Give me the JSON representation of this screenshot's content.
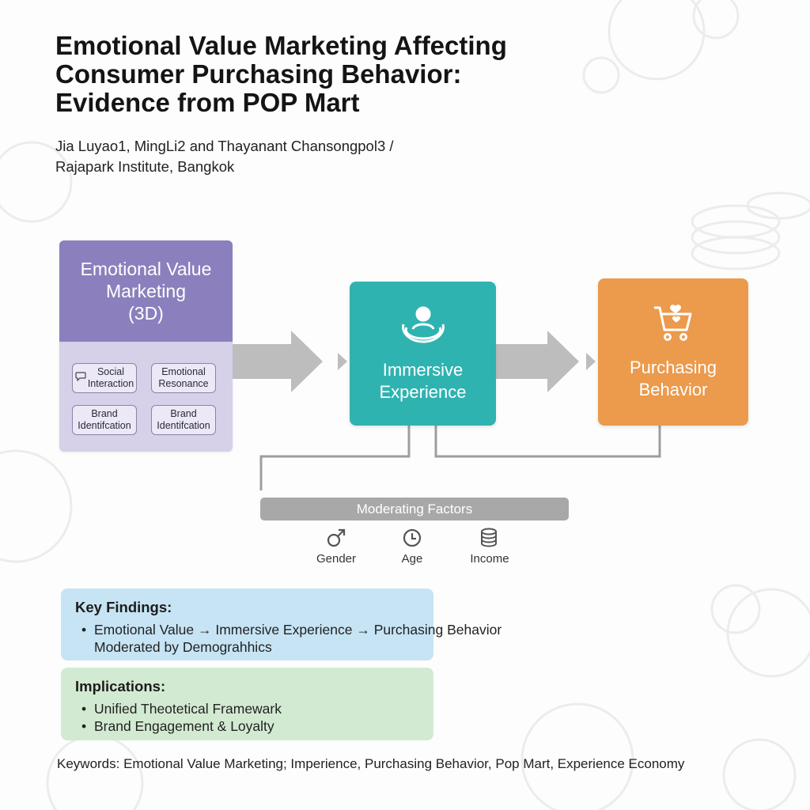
{
  "title_lines": [
    "Emotional Value Marketing Affecting",
    "Consumer Purchasing Behavior:",
    "Evidence from POP Mart"
  ],
  "authors_lines": [
    "Jia Luyao1, MingLi2 and Thayanant Chansongpol3 /",
    "Rajapark Institute, Bangkok"
  ],
  "diagram": {
    "emotional_value": {
      "title_lines": [
        "Emotional Value",
        "Marketing",
        "(3D)"
      ],
      "chips": [
        {
          "lines": [
            "Social",
            "Interaction"
          ],
          "icon": "speech-bubble-icon"
        },
        {
          "lines": [
            "Emotional",
            "Resonance"
          ]
        },
        {
          "lines": [
            "Brand",
            "Identifcation"
          ]
        },
        {
          "lines": [
            "Brand",
            "Identifcation"
          ]
        }
      ]
    },
    "immersive": {
      "lines": [
        "Immersive",
        "Experience"
      ],
      "icon": "person-orbit-icon"
    },
    "purchasing": {
      "lines": [
        "Purchasing",
        "Behavior"
      ],
      "icon": "shopping-cart-heart-icon"
    },
    "moderating": {
      "label": "Moderating Factors",
      "factors": [
        {
          "label": "Gender",
          "icon": "gender-male-icon"
        },
        {
          "label": "Age",
          "icon": "clock-icon"
        },
        {
          "label": "Income",
          "icon": "coin-stack-icon"
        }
      ]
    }
  },
  "key_findings": {
    "heading": "Key Findings:",
    "line1": "Emotional Value → Immersive Experience → Purchasing Behavior",
    "line2": "Moderated by Demograhhics"
  },
  "implications": {
    "heading": "Implications:",
    "items": [
      "Unified Theotetical Framewark",
      "Brand Engagement & Loyalty"
    ]
  },
  "keywords": "Keywords: Emotional Value Marketing; Imperience, Purchasing Behavior, Pop Mart, Experience Economy",
  "colors": {
    "ev_header": "#8b80bd",
    "ev_body": "#d6d0e8",
    "immersive": "#2fb3b1",
    "purchasing": "#ec9a4b",
    "moderating": "#a8a8a8",
    "arrow": "#bdbdbd",
    "findings_bg": "#c6e4f4",
    "implications_bg": "#d3ead2"
  }
}
